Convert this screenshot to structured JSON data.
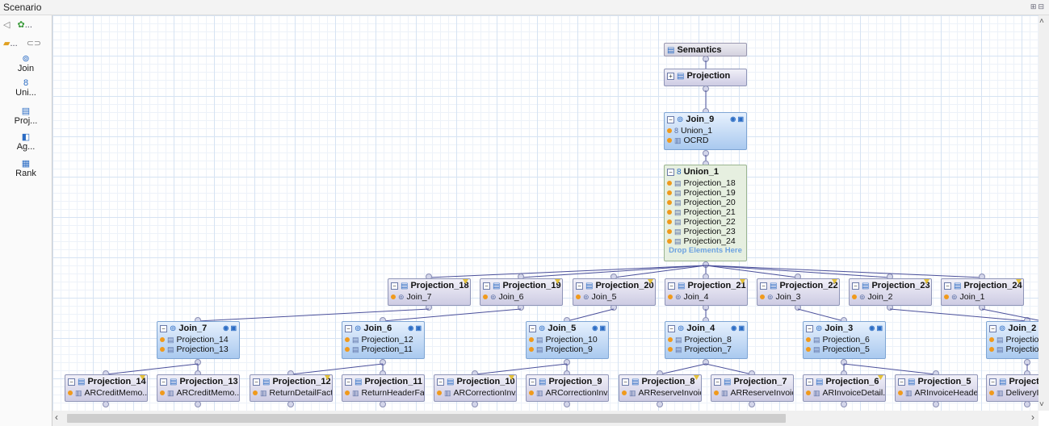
{
  "window": {
    "title": "Scenario"
  },
  "palette": {
    "nav_icons": [
      "back-icon",
      "globe-icon"
    ],
    "nav_label": "...",
    "folder_label": "...",
    "items": [
      {
        "label": "Join",
        "icon": "join-icon",
        "glyph": "⊚"
      },
      {
        "label": "Uni...",
        "icon": "union-icon",
        "glyph": "8"
      },
      {
        "label": "Proj...",
        "icon": "projection-icon",
        "glyph": "▤"
      },
      {
        "label": "Ag...",
        "icon": "aggregation-icon",
        "glyph": "◧"
      },
      {
        "label": "Rank",
        "icon": "rank-icon",
        "glyph": "▦"
      }
    ]
  },
  "semantics": {
    "label": "Semantics"
  },
  "projection_top": {
    "label": "Projection"
  },
  "join_9": {
    "label": "Join_9",
    "inputs": [
      "Union_1",
      "OCRD"
    ]
  },
  "union_1": {
    "label": "Union_1",
    "inputs": [
      "Projection_18",
      "Projection_19",
      "Projection_20",
      "Projection_21",
      "Projection_22",
      "Projection_23",
      "Projection_24"
    ],
    "drop_hint": "Drop Elements Here"
  },
  "projections_mid": [
    {
      "label": "Projection_18",
      "input": "Join_7"
    },
    {
      "label": "Projection_19",
      "input": "Join_6"
    },
    {
      "label": "Projection_20",
      "input": "Join_5"
    },
    {
      "label": "Projection_21",
      "input": "Join_4"
    },
    {
      "label": "Projection_22",
      "input": "Join_3"
    },
    {
      "label": "Projection_23",
      "input": "Join_2"
    },
    {
      "label": "Projection_24",
      "input": "Join_1"
    }
  ],
  "joins": [
    {
      "label": "Join_7",
      "inputs": [
        "Projection_14",
        "Projection_13"
      ]
    },
    {
      "label": "Join_6",
      "inputs": [
        "Projection_12",
        "Projection_11"
      ]
    },
    {
      "label": "Join_5",
      "inputs": [
        "Projection_10",
        "Projection_9"
      ]
    },
    {
      "label": "Join_4",
      "inputs": [
        "Projection_8",
        "Projection_7"
      ]
    },
    {
      "label": "Join_3",
      "inputs": [
        "Projection_6",
        "Projection_5"
      ]
    },
    {
      "label": "Join_2",
      "inputs": [
        "Projectio",
        "Projectio"
      ]
    }
  ],
  "projections_bottom": [
    {
      "label": "Projection_14",
      "input": "ARCreditMemo..."
    },
    {
      "label": "Projection_13",
      "input": "ARCreditMemo..."
    },
    {
      "label": "Projection_12",
      "input": "ReturnDetailFact"
    },
    {
      "label": "Projection_11",
      "input": "ReturnHeaderFa"
    },
    {
      "label": "Projection_10",
      "input": "ARCorrectionInv."
    },
    {
      "label": "Projection_9",
      "input": "ARCorrectionInv."
    },
    {
      "label": "Projection_8",
      "input": "ARReserveInvoic"
    },
    {
      "label": "Projection_7",
      "input": "ARReserveInvoic"
    },
    {
      "label": "Projection_6",
      "input": "ARInvoiceDetail."
    },
    {
      "label": "Projection_5",
      "input": "ARInvoiceHeade"
    },
    {
      "label": "Project",
      "input": "DeliveryI"
    }
  ],
  "colors": {
    "connector": "#4a4f9a",
    "join_node": "#a9c9ef",
    "projection_node": "#cdcbe3",
    "union_node": "#e6efe0",
    "filter_flag": "#e5c23a"
  }
}
